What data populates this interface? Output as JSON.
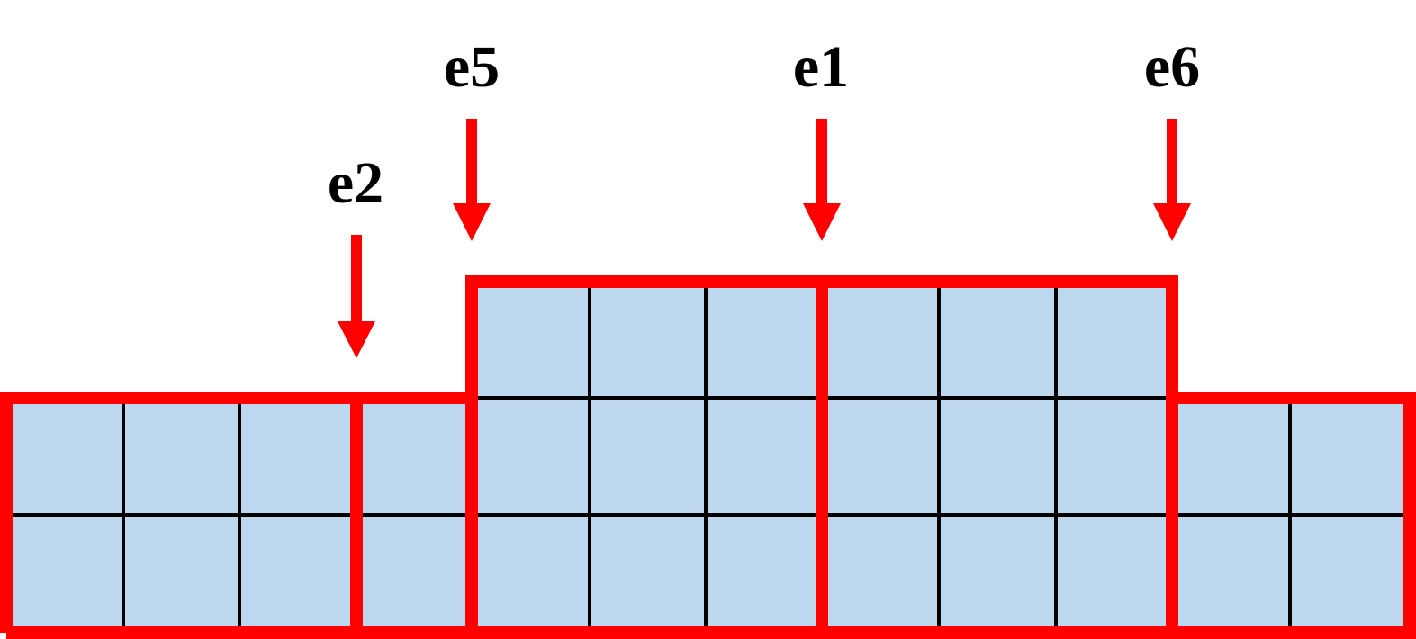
{
  "labels": [
    "e5",
    "e1",
    "e6",
    "e2"
  ],
  "colors": {
    "cell_fill": "#bdd7ee",
    "grid_line": "#000000",
    "outline": "#ff0000",
    "arrow": "#ff0000",
    "label": "#000000",
    "background": "#ffffff"
  }
}
